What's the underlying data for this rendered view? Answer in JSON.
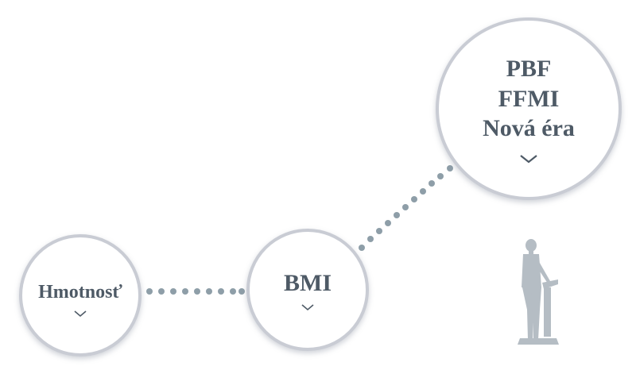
{
  "nodes": [
    {
      "id": "weight",
      "label": "Hmotnosť"
    },
    {
      "id": "bmi",
      "label": "BMI"
    },
    {
      "id": "new_era",
      "lines": [
        "PBF",
        "FFMI",
        "Nová éra"
      ]
    }
  ],
  "icons": {
    "expand": "chevron-down-icon",
    "person": "person-on-scale-icon"
  },
  "colors": {
    "circle_border": "#c9ccd4",
    "text": "#4e5a66",
    "dots": "#8e9ea8",
    "figure": "#b5bdc4"
  }
}
